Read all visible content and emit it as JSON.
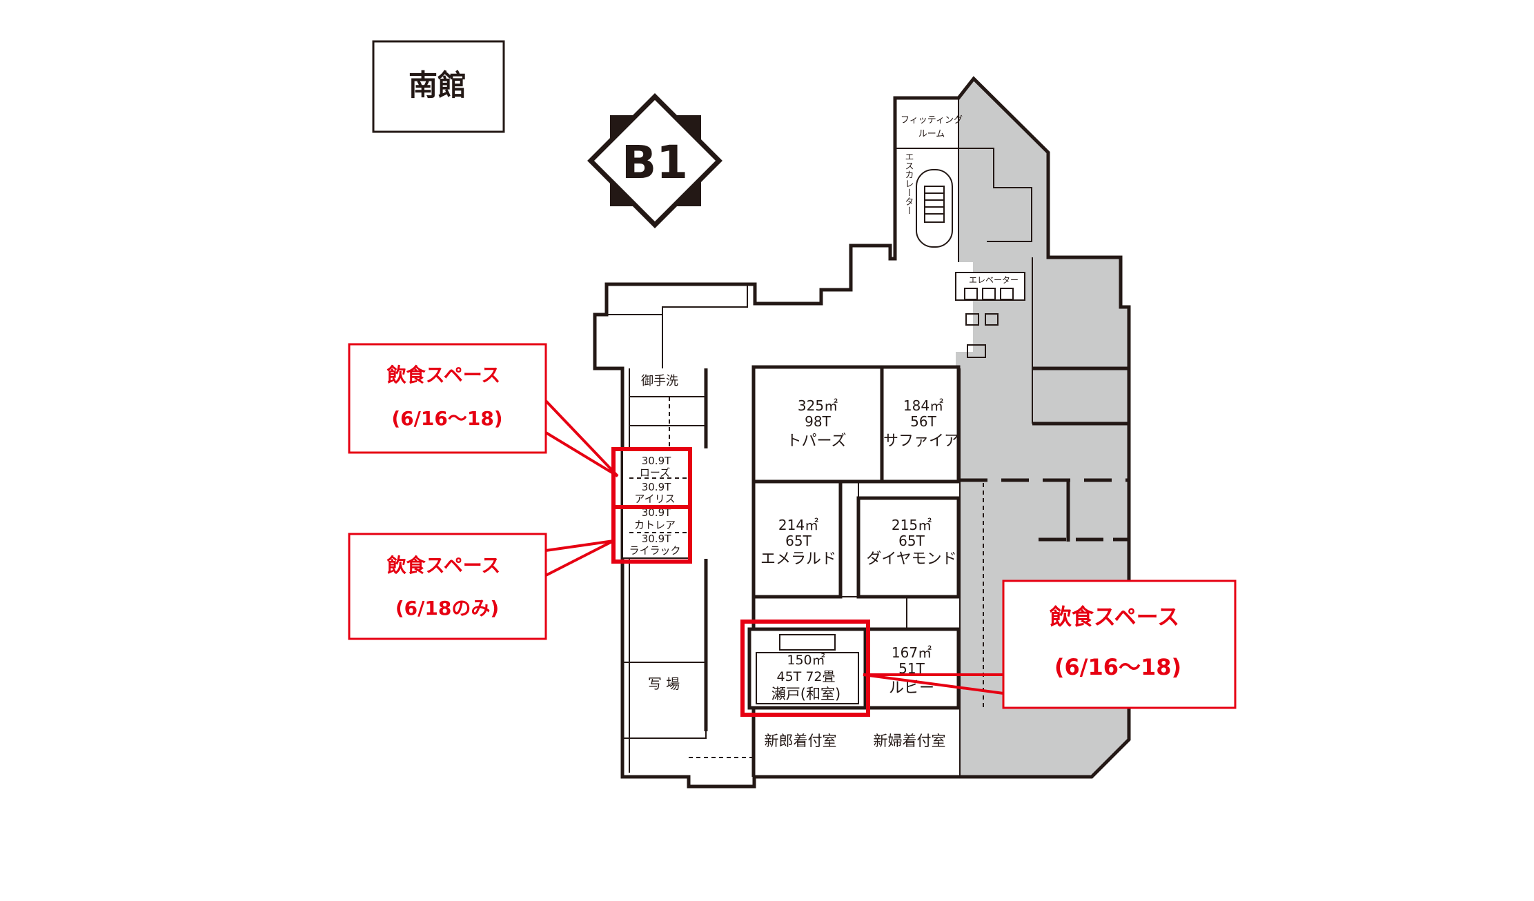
{
  "building_label": "南館",
  "floor_badge": "B1",
  "colors": {
    "accent": "#e60012",
    "wall": "#231815",
    "restricted_area": "#c9caca"
  },
  "facilities": {
    "fitting_room_line1": "フィッティング",
    "fitting_room_line2": "ルーム",
    "escalator": "エスカレーター",
    "elevator": "エレベーター",
    "restroom": "御手洗",
    "photo_studio": "写 場",
    "groom_dressing": "新郎着付室",
    "bride_dressing": "新婦着付室"
  },
  "rooms": {
    "topaz": {
      "area": "325㎡",
      "tables": "98T",
      "name": "トパーズ"
    },
    "sapphire": {
      "area": "184㎡",
      "tables": "56T",
      "name": "サファイア"
    },
    "emerald": {
      "area": "214㎡",
      "tables": "65T",
      "name": "エメラルド"
    },
    "diamond": {
      "area": "215㎡",
      "tables": "65T",
      "name": "ダイヤモンド"
    },
    "ruby": {
      "area": "167㎡",
      "tables": "51T",
      "name": "ルビー"
    },
    "seto": {
      "area": "150㎡",
      "capacity": "45T 72畳",
      "name": "瀬戸(和室)"
    },
    "rose": {
      "tables": "30.9T",
      "name": "ローズ"
    },
    "iris": {
      "tables": "30.9T",
      "name": "アイリス"
    },
    "cattleya": {
      "tables": "30.9T",
      "name": "カトレア"
    },
    "lilac": {
      "tables": "30.9T",
      "name": "ライラック"
    }
  },
  "callouts": [
    {
      "title": "飲食スペース",
      "dates": "(6/16〜18)"
    },
    {
      "title": "飲食スペース",
      "dates": "(6/18のみ)"
    },
    {
      "title": "飲食スペース",
      "dates": "(6/16〜18)"
    }
  ]
}
